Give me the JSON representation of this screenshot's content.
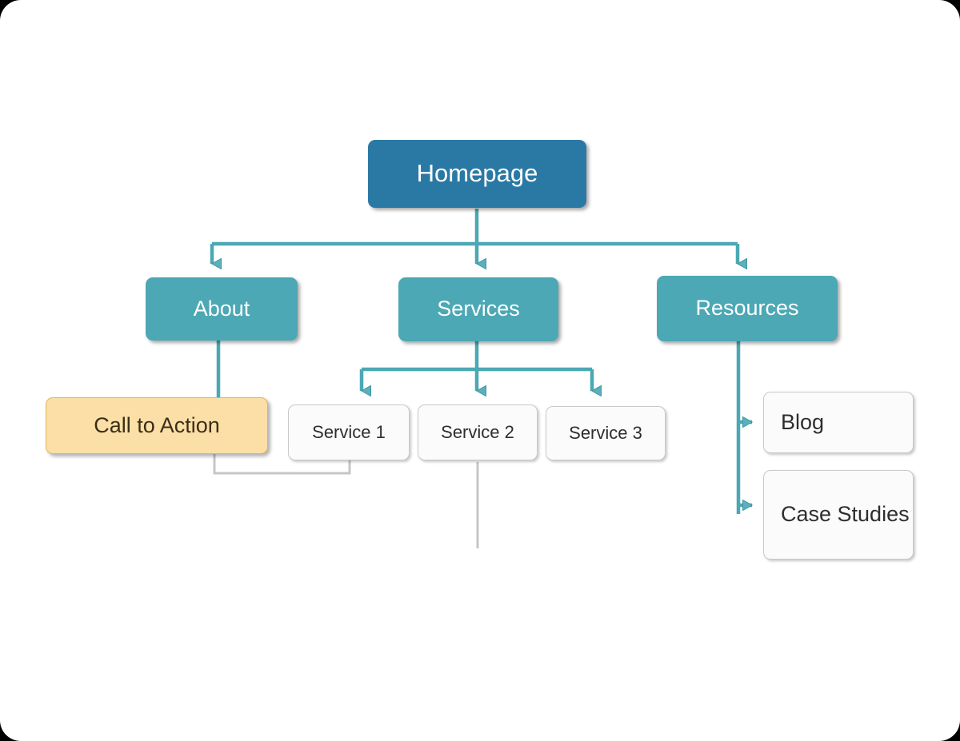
{
  "diagram": {
    "type": "sitemap-flowchart",
    "background": "#ffffff",
    "page_background": "#000000",
    "colors": {
      "root_fill": "#2a79a5",
      "branch_fill": "#4ba8b4",
      "leaf_fill": "#fbfbfb",
      "leaf_border": "#c9c9c9",
      "cta_fill": "#fbdfa6",
      "cta_border": "#e0b65c",
      "connector": "#4ba8b4",
      "connector_muted": "#c4c7c9"
    },
    "nodes": {
      "homepage": {
        "label": "Homepage"
      },
      "about": {
        "label": "About"
      },
      "services": {
        "label": "Services"
      },
      "resources": {
        "label": "Resources"
      },
      "call_to_action": {
        "label": "Call to Action"
      },
      "service_1": {
        "label": "Service 1"
      },
      "service_2": {
        "label": "Service 2"
      },
      "service_3": {
        "label": "Service 3"
      },
      "blog": {
        "label": "Blog"
      },
      "case_studies": {
        "label": "Case Studies"
      }
    },
    "edges": [
      {
        "from": "homepage",
        "to": "about"
      },
      {
        "from": "homepage",
        "to": "services"
      },
      {
        "from": "homepage",
        "to": "resources"
      },
      {
        "from": "about",
        "to": "call_to_action"
      },
      {
        "from": "services",
        "to": "service_1"
      },
      {
        "from": "services",
        "to": "service_2"
      },
      {
        "from": "services",
        "to": "service_3"
      },
      {
        "from": "resources",
        "to": "blog"
      },
      {
        "from": "resources",
        "to": "case_studies"
      }
    ]
  }
}
